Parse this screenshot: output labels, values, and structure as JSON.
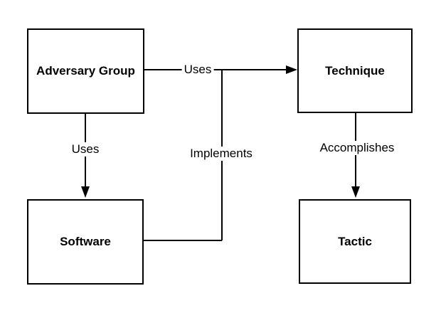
{
  "diagram": {
    "type": "flowchart",
    "background_color": "#ffffff",
    "stroke_color": "#000000",
    "text_color": "#000000",
    "nodes": [
      {
        "id": "adversary-group",
        "label": "Adversary Group"
      },
      {
        "id": "technique",
        "label": "Technique"
      },
      {
        "id": "software",
        "label": "Software"
      },
      {
        "id": "tactic",
        "label": "Tactic"
      }
    ],
    "edges": [
      {
        "from": "Adversary Group",
        "to": "Technique",
        "label": "Uses",
        "arrowhead": "right"
      },
      {
        "from": "Adversary Group",
        "to": "Software",
        "label": "Uses",
        "arrowhead": "down"
      },
      {
        "from": "Software",
        "to": "Technique",
        "label": "Implements",
        "arrowhead": "merges-into-uses-edge"
      },
      {
        "from": "Technique",
        "to": "Tactic",
        "label": "Accomplishes",
        "arrowhead": "down"
      }
    ]
  }
}
